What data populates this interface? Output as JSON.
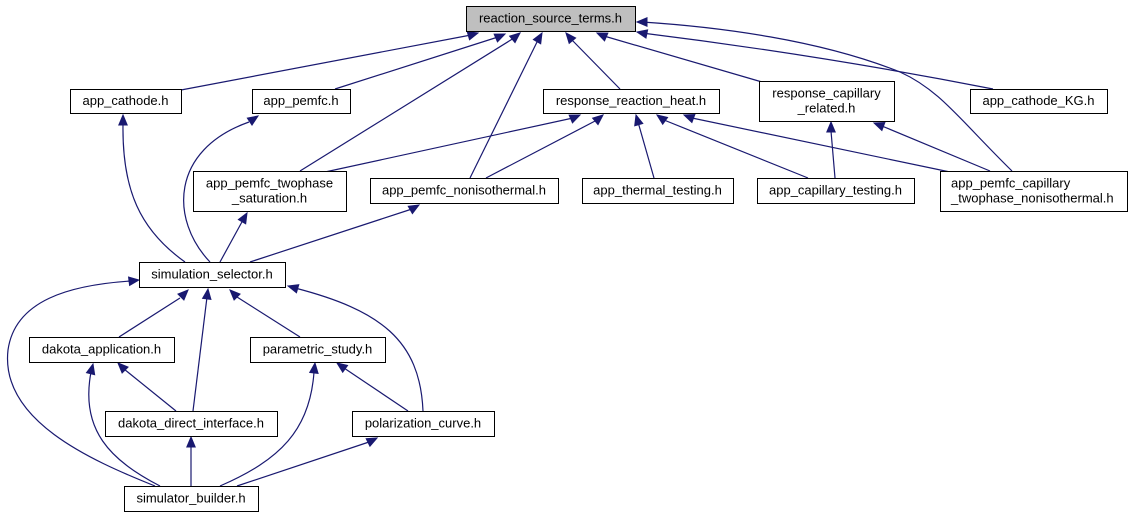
{
  "diagram": {
    "type": "include-dependency-graph",
    "edge_color": "#191970",
    "root_fill": "#bfbfbf",
    "node_fill": "#ffffff",
    "nodes": [
      {
        "id": "reaction_source_terms",
        "lines": [
          "reaction_source_terms.h"
        ],
        "root": true
      },
      {
        "id": "app_cathode",
        "lines": [
          "app_cathode.h"
        ]
      },
      {
        "id": "app_pemfc",
        "lines": [
          "app_pemfc.h"
        ]
      },
      {
        "id": "response_reaction_heat",
        "lines": [
          "response_reaction_heat.h"
        ]
      },
      {
        "id": "response_capillary_related",
        "lines": [
          "response_capillary",
          "_related.h"
        ]
      },
      {
        "id": "app_cathode_KG",
        "lines": [
          "app_cathode_KG.h"
        ]
      },
      {
        "id": "app_pemfc_twophase_saturation",
        "lines": [
          "app_pemfc_twophase",
          "_saturation.h"
        ]
      },
      {
        "id": "app_pemfc_nonisothermal",
        "lines": [
          "app_pemfc_nonisothermal.h"
        ]
      },
      {
        "id": "app_thermal_testing",
        "lines": [
          "app_thermal_testing.h"
        ]
      },
      {
        "id": "app_capillary_testing",
        "lines": [
          "app_capillary_testing.h"
        ]
      },
      {
        "id": "app_pemfc_capillary_twophase_nonisothermal",
        "lines": [
          "app_pemfc_capillary",
          "_twophase_nonisothermal.h"
        ],
        "align": "left"
      },
      {
        "id": "simulation_selector",
        "lines": [
          "simulation_selector.h"
        ]
      },
      {
        "id": "dakota_application",
        "lines": [
          "dakota_application.h"
        ]
      },
      {
        "id": "parametric_study",
        "lines": [
          "parametric_study.h"
        ]
      },
      {
        "id": "dakota_direct_interface",
        "lines": [
          "dakota_direct_interface.h"
        ]
      },
      {
        "id": "polarization_curve",
        "lines": [
          "polarization_curve.h"
        ]
      },
      {
        "id": "simulator_builder",
        "lines": [
          "simulator_builder.h"
        ]
      }
    ],
    "edges": [
      {
        "from": "app_cathode",
        "to": "reaction_source_terms"
      },
      {
        "from": "app_pemfc",
        "to": "reaction_source_terms"
      },
      {
        "from": "app_pemfc_twophase_saturation",
        "to": "reaction_source_terms"
      },
      {
        "from": "app_pemfc_nonisothermal",
        "to": "reaction_source_terms"
      },
      {
        "from": "response_reaction_heat",
        "to": "reaction_source_terms"
      },
      {
        "from": "response_capillary_related",
        "to": "reaction_source_terms"
      },
      {
        "from": "app_cathode_KG",
        "to": "reaction_source_terms"
      },
      {
        "from": "app_pemfc_capillary_twophase_nonisothermal",
        "to": "reaction_source_terms"
      },
      {
        "from": "app_pemfc_twophase_saturation",
        "to": "response_reaction_heat"
      },
      {
        "from": "app_pemfc_nonisothermal",
        "to": "response_reaction_heat"
      },
      {
        "from": "app_thermal_testing",
        "to": "response_reaction_heat"
      },
      {
        "from": "app_capillary_testing",
        "to": "response_reaction_heat"
      },
      {
        "from": "app_pemfc_capillary_twophase_nonisothermal",
        "to": "response_reaction_heat"
      },
      {
        "from": "app_capillary_testing",
        "to": "response_capillary_related"
      },
      {
        "from": "app_pemfc_capillary_twophase_nonisothermal",
        "to": "response_capillary_related"
      },
      {
        "from": "simulation_selector",
        "to": "app_cathode"
      },
      {
        "from": "simulation_selector",
        "to": "app_pemfc"
      },
      {
        "from": "simulation_selector",
        "to": "app_pemfc_twophase_saturation"
      },
      {
        "from": "simulation_selector",
        "to": "app_pemfc_nonisothermal"
      },
      {
        "from": "dakota_application",
        "to": "simulation_selector"
      },
      {
        "from": "dakota_direct_interface",
        "to": "simulation_selector"
      },
      {
        "from": "parametric_study",
        "to": "simulation_selector"
      },
      {
        "from": "polarization_curve",
        "to": "simulation_selector"
      },
      {
        "from": "simulator_builder",
        "to": "simulation_selector"
      },
      {
        "from": "dakota_direct_interface",
        "to": "dakota_application"
      },
      {
        "from": "simulator_builder",
        "to": "dakota_application"
      },
      {
        "from": "simulator_builder",
        "to": "dakota_direct_interface"
      },
      {
        "from": "polarization_curve",
        "to": "parametric_study"
      },
      {
        "from": "simulator_builder",
        "to": "parametric_study"
      },
      {
        "from": "simulator_builder",
        "to": "polarization_curve"
      }
    ]
  }
}
